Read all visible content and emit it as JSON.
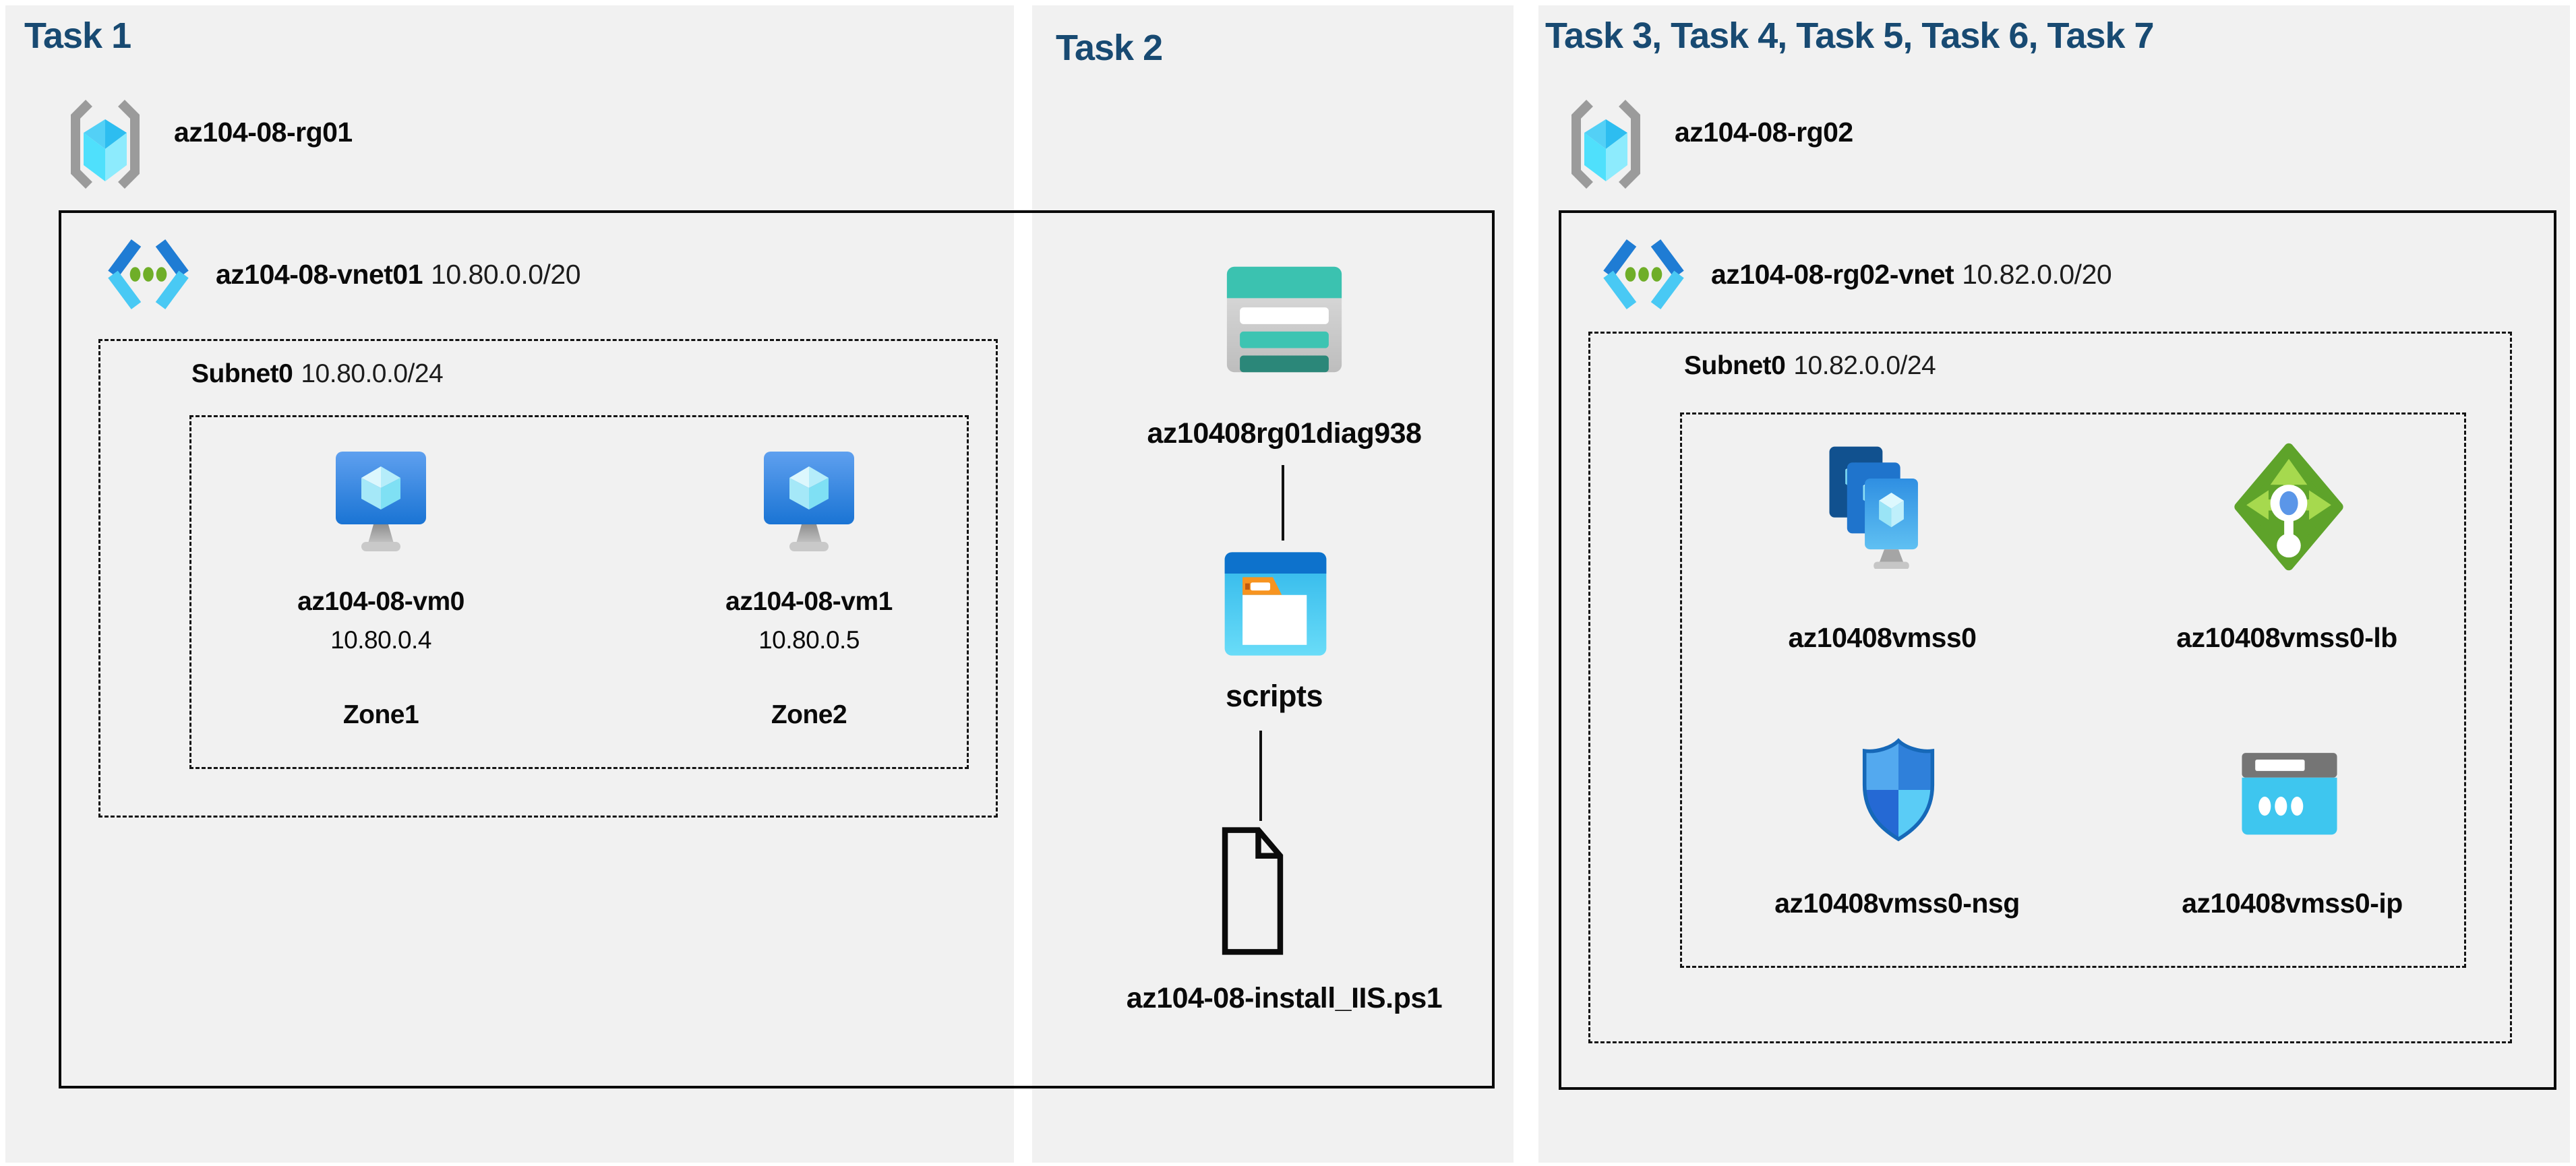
{
  "colors": {
    "background": "#FFFFFF",
    "panel": "#F1F1F1",
    "title": "#184A72",
    "text": "#0A0A0A",
    "line": "#111111",
    "teal": "#3BC2B0",
    "green": "#5EA32A",
    "blue": "#1F7CD4"
  },
  "task1": {
    "title": "Task 1",
    "resource_group": "az104-08-rg01",
    "vnet_name": "az104-08-vnet01",
    "vnet_cidr": "10.80.0.0/20",
    "subnet_name": "Subnet0",
    "subnet_cidr": "10.80.0.0/24",
    "vms": [
      {
        "name": "az104-08-vm0",
        "ip": "10.80.0.4",
        "zone": "Zone1"
      },
      {
        "name": "az104-08-vm1",
        "ip": "10.80.0.5",
        "zone": "Zone2"
      }
    ]
  },
  "task2": {
    "title": "Task 2",
    "storage_account": "az10408rg01diag938",
    "container": "scripts",
    "script_file": "az104-08-install_IIS.ps1"
  },
  "task3": {
    "title": "Task 3, Task 4, Task 5, Task 6, Task 7",
    "resource_group": "az104-08-rg02",
    "vnet_name": "az104-08-rg02-vnet",
    "vnet_cidr": "10.82.0.0/20",
    "subnet_name": "Subnet0",
    "subnet_cidr": "10.82.0.0/24",
    "vmss": "az10408vmss0",
    "load_balancer": "az10408vmss0-lb",
    "nsg": "az10408vmss0-nsg",
    "public_ip": "az10408vmss0-ip"
  }
}
